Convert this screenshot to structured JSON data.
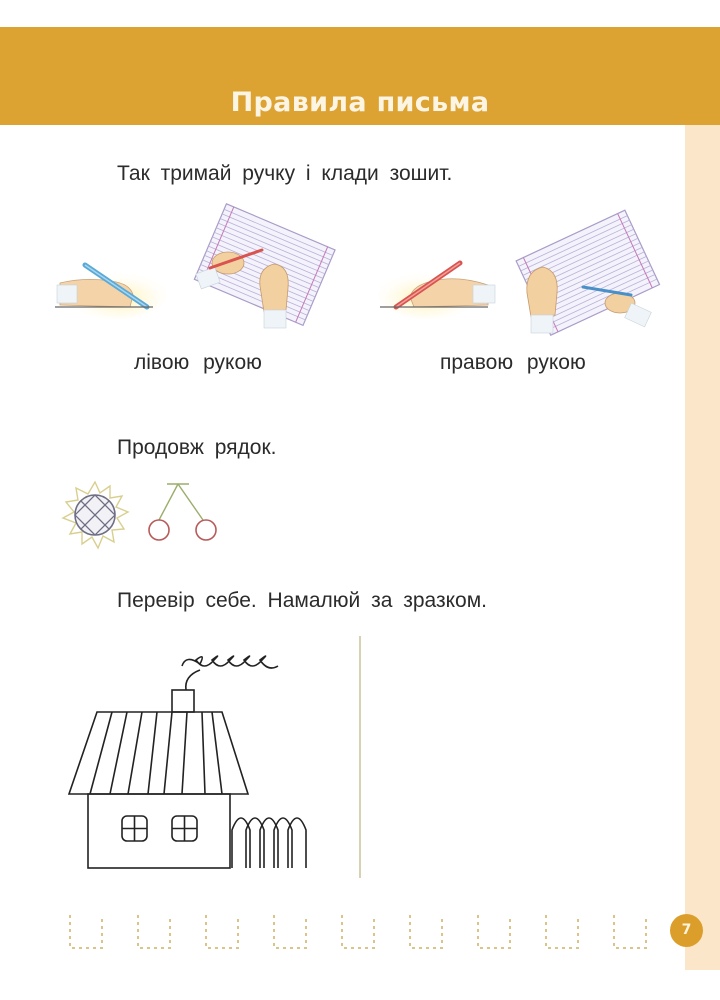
{
  "header": {
    "title": "Правила письма",
    "band_color": "#dca232"
  },
  "section1": {
    "instruction": "Так тримай ручку і клади зошит.",
    "left_caption": "лівою рукою",
    "right_caption": "правою рукою",
    "illustrations": [
      "left-hand-holding-pen",
      "left-hand-writing-notebook",
      "right-hand-holding-pen",
      "right-hand-writing-notebook"
    ]
  },
  "section2": {
    "instruction": "Продовж рядок.",
    "patterns": [
      "sunflower-pattern",
      "cherry-pattern"
    ]
  },
  "section3": {
    "instruction": "Перевір себе. Намалюй за зразком.",
    "sample": "house-with-chimney-smoke-and-fence"
  },
  "tracing_row": {
    "count": 9,
    "shape": "dotted-u-shape",
    "color": "#d9c48a"
  },
  "footer": {
    "page_number": "7",
    "badge_color": "#dc9e2a"
  },
  "side_strip_color": "#fbe6c9"
}
